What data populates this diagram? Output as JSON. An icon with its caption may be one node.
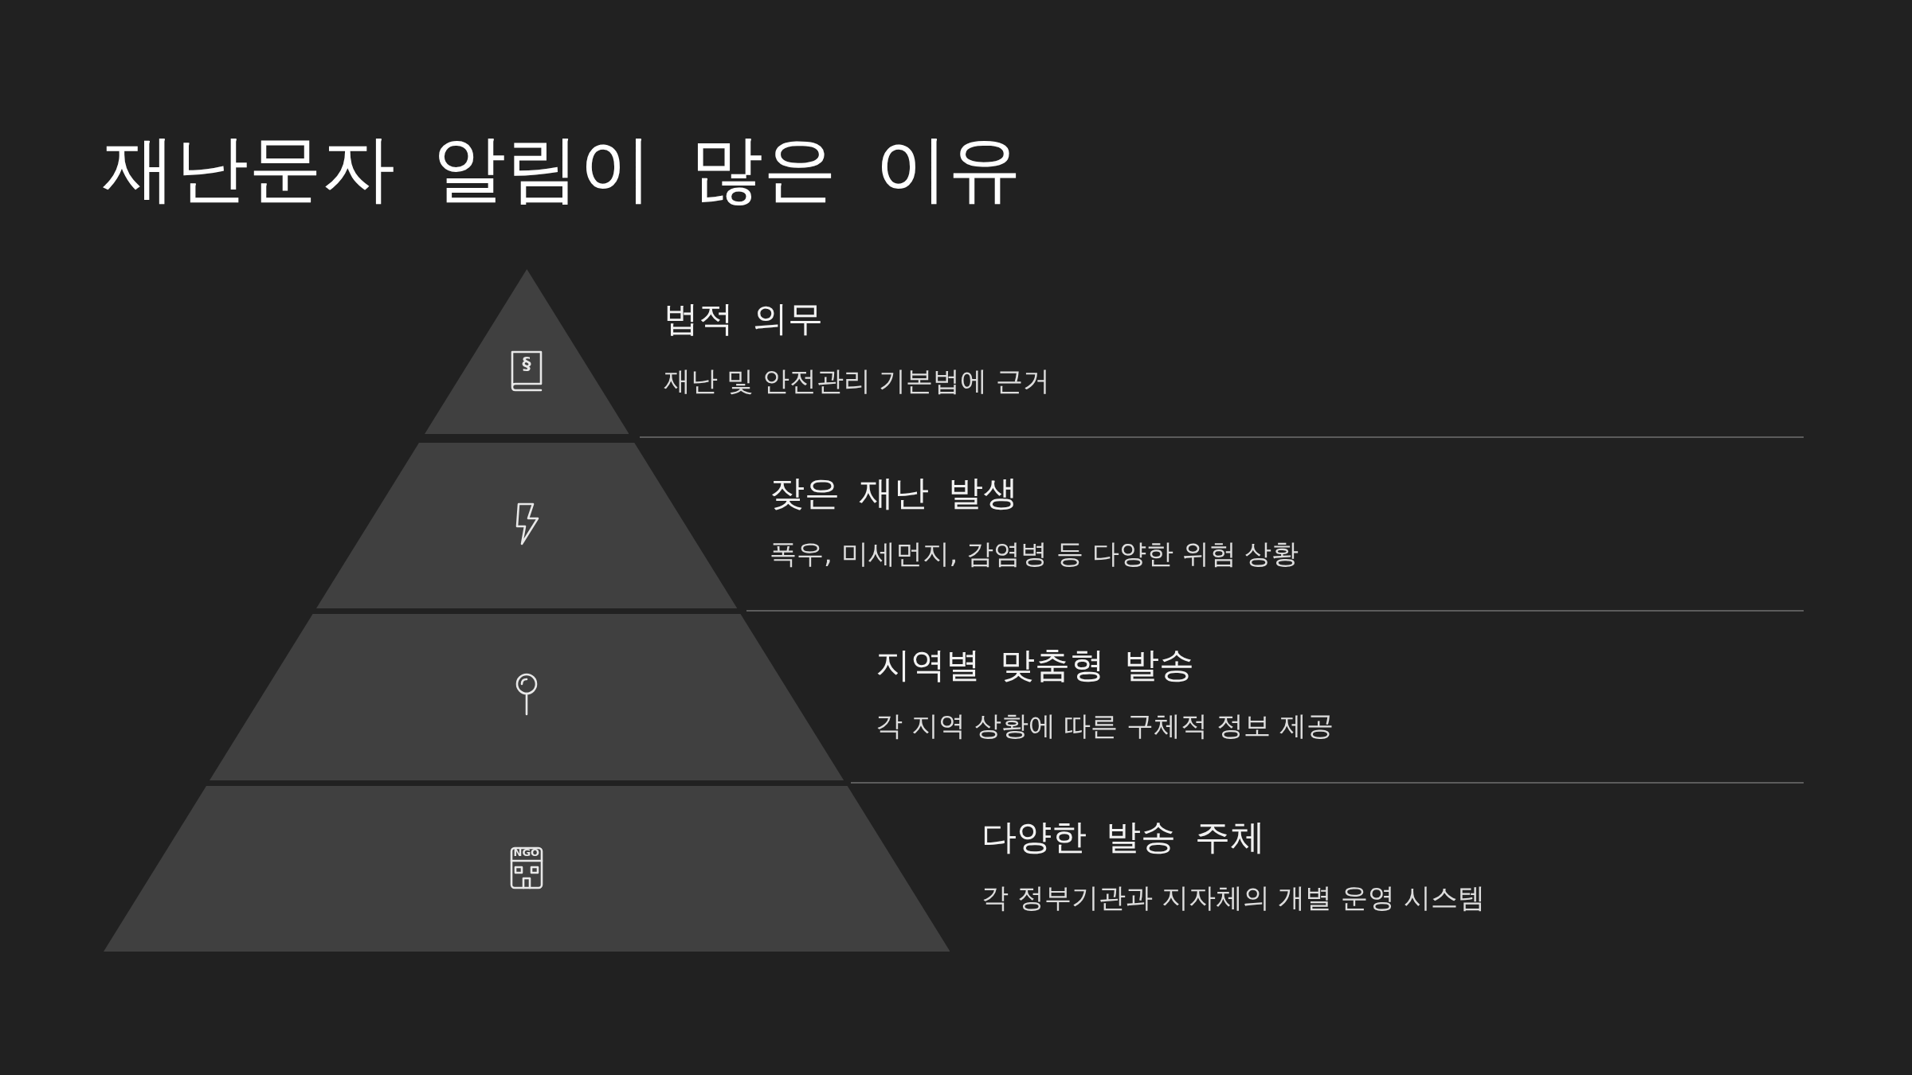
{
  "diagram": {
    "title": "재난문자 알림이 많은 이유",
    "nodes": [
      {
        "text": [],
        "shape": "triangle",
        "beside": [
          "법적 의무",
          "재난 및 안전관리 기본법에 근거"
        ]
      },
      {
        "text": [],
        "shape": "trapezoid",
        "beside": [
          "잦은 재난 발생",
          "폭우, 미세먼지, 감염병 등 다양한 위험 상황"
        ]
      },
      {
        "text": [],
        "shape": "trapezoid",
        "beside": [
          "지역별 맞춤형 발송",
          "각 지역 상황에 따른 구체적 정보 제공"
        ]
      },
      {
        "text": [],
        "shape": "trapezoid",
        "beside": [
          "다양한 발송 주체",
          "각 정부기관과 지자체의 개별 운영 시스템"
        ]
      }
    ],
    "labels": [
      "§",
      "NGO"
    ]
  }
}
